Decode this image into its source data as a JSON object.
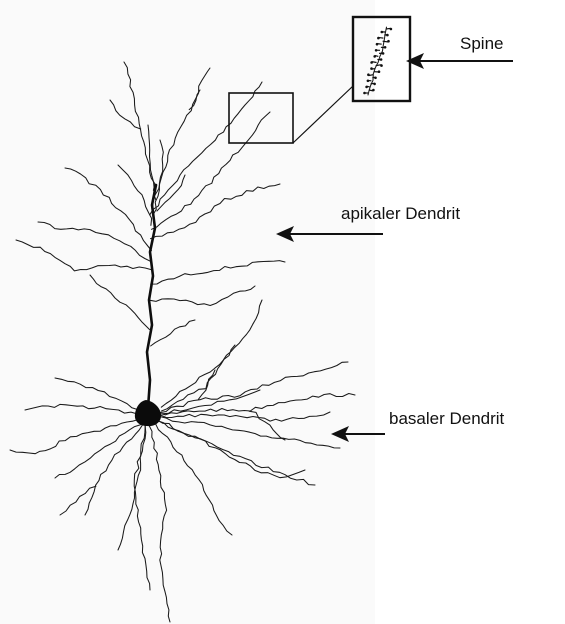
{
  "labels": {
    "spine": "Spine",
    "apical": "apikaler Dendrit",
    "basal": "basaler Dendrit"
  },
  "colors": {
    "ink": "#111111",
    "background": "#ffffff"
  }
}
